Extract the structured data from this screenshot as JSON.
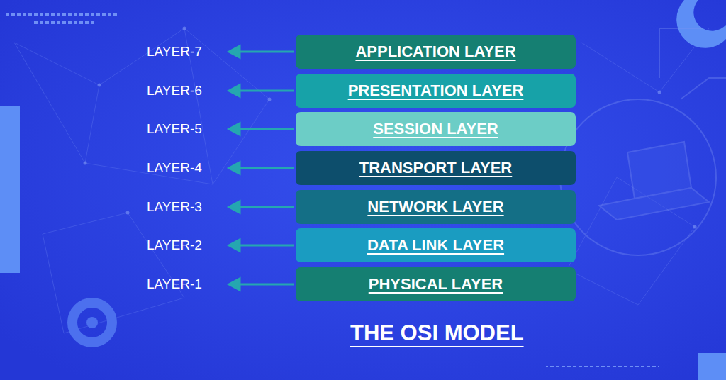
{
  "diagram": {
    "title": "THE OSI MODEL",
    "nodes": [
      {
        "text": [
          "APPLICATION LAYER"
        ]
      },
      {
        "text": [
          "PRESENTATION LAYER"
        ]
      },
      {
        "text": [
          "SESSION LAYER"
        ]
      },
      {
        "text": [
          "TRANSPORT LAYER"
        ]
      },
      {
        "text": [
          "NETWORK LAYER"
        ]
      },
      {
        "text": [
          "DATA LINK LAYER"
        ]
      },
      {
        "text": [
          "PHYSICAL LAYER"
        ]
      }
    ],
    "labels": [
      "LAYER-7",
      "LAYER-6",
      "LAYER-5",
      "LAYER-4",
      "LAYER-3",
      "LAYER-2",
      "LAYER-1"
    ]
  }
}
